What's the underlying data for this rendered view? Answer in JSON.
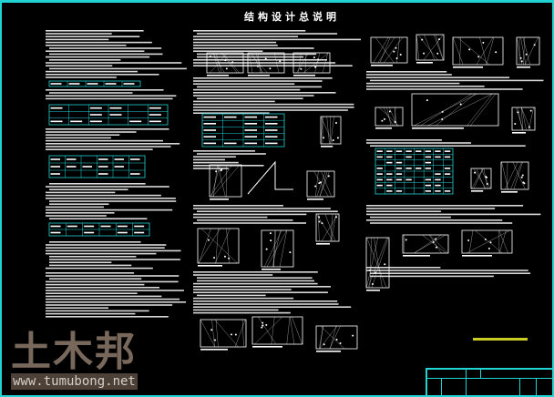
{
  "drawing": {
    "title": "结构设计总说明",
    "watermark": "土木邦",
    "watermark_url": "www.tumubong.net",
    "colors": {
      "background": "#000000",
      "frame": "#22d3d3",
      "text": "#ffffff"
    }
  }
}
